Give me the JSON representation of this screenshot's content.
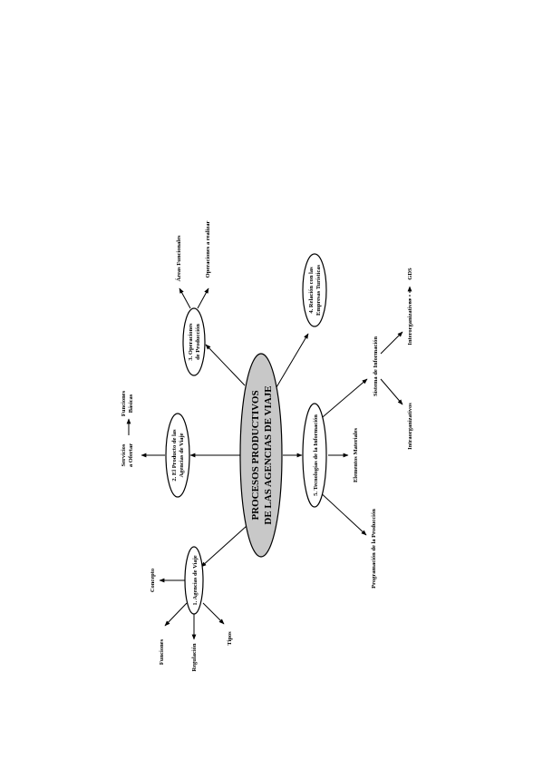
{
  "central": {
    "line1": "PROCESOS PRODUCTIVOS",
    "line2": "DE LAS AGENCIAS DE VIAJE"
  },
  "nodes": {
    "n1": {
      "line1": "1. Agencias de Viaje"
    },
    "n2": {
      "line1": "2. El Producto de las",
      "line2": "Agencias de Viaje"
    },
    "n3": {
      "line1": "3. Operaciones",
      "line2": "de Producción"
    },
    "n4": {
      "line1": "4. Relación con las",
      "line2": "Empresas Turísticas"
    },
    "n5": {
      "line1": "5. Tecnologías de la Información"
    }
  },
  "leaves": {
    "concepto": "Concepto",
    "funciones": "Funciones",
    "regulacion": "Regulación",
    "tipos": "Tipos",
    "servicios_line1": "Servicios",
    "servicios_line2": "a Ofertar",
    "funciones_basicas_line1": "Funciones",
    "funciones_basicas_line2": "Básicas",
    "areas_funcionales": "Áreas Funcionales",
    "operaciones_realizar": "Operaciones a realizar",
    "elementos_materiales": "Elementos Materiales",
    "programacion_produccion": "Programación de la Producción",
    "sistema_informacion": "Sistema de Información",
    "intraorganizativos": "Intraorganizativos",
    "interorganizativos": "Interorganizativos",
    "gds": "GDS"
  }
}
